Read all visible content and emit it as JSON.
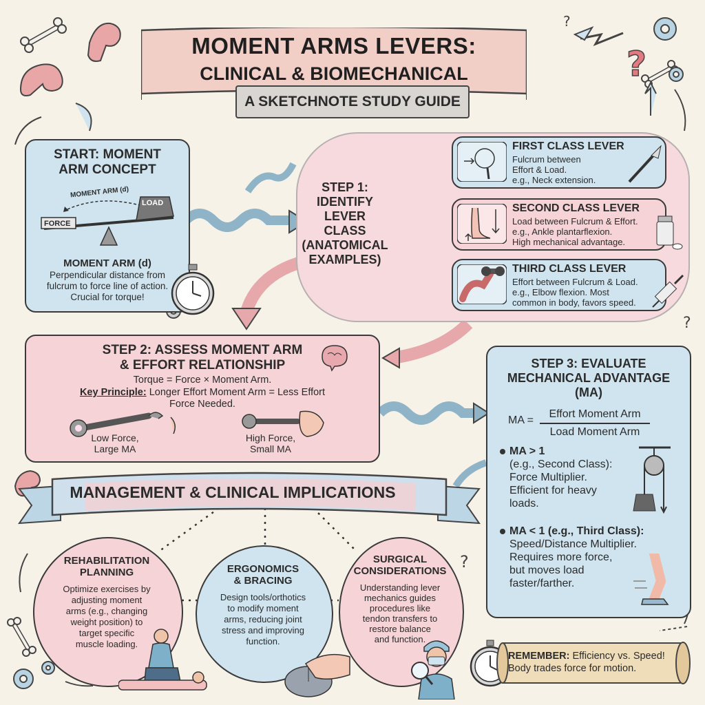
{
  "title": {
    "line1": "MOMENT ARMS LEVERS:",
    "line2": "CLINICAL & BIOMECHANICAL MANAGEMENT",
    "subtitle": "A SKETCHNOTE STUDY GUIDE"
  },
  "start": {
    "heading_line1": "START: MOMENT",
    "heading_line2": "ARM CONCEPT",
    "moment_arm_label": "MOMENT ARM (d)",
    "load_label": "LOAD",
    "force_label": "FORCE",
    "def_title": "MOMENT ARM (d)",
    "def_line1": "Perpendicular distance from",
    "def_line2": "fulcrum to force line of action.",
    "def_line3": "Crucial for torque!"
  },
  "step1": {
    "line1": "STEP 1:",
    "line2": "IDENTIFY",
    "line3": "LEVER",
    "line4": "CLASS",
    "line5": "(ANATOMICAL",
    "line6": "EXAMPLES)"
  },
  "levers": [
    {
      "title": "FIRST CLASS LEVER",
      "l1": "Fulcrum between",
      "l2": "Effort & Load.",
      "l3": "e.g., Neck extension."
    },
    {
      "title": "SECOND CLASS LEVER",
      "l1": "Load between Fulcrum & Effort.",
      "l2": "e.g., Ankle plantarflexion.",
      "l3": "High mechanical advantage."
    },
    {
      "title": "THIRD CLASS LEVER",
      "l1": "Effort between Fulcrum & Load.",
      "l2": "e.g., Elbow flexion. Most",
      "l3": "common in body, favors speed."
    }
  ],
  "step2": {
    "heading_line1": "STEP 2: ASSESS MOMENT ARM",
    "heading_line2": "& EFFORT RELATIONSHIP",
    "formula": "Torque = Force × Moment Arm.",
    "key_label": "Key Principle:",
    "key_text": "Longer Effort Moment Arm = Less Effort",
    "key_text2": "Force Needed.",
    "left_caption_1": "Low Force,",
    "left_caption_2": "Large MA",
    "right_caption_1": "High Force,",
    "right_caption_2": "Small MA"
  },
  "step3": {
    "heading_line1": "STEP 3: EVALUATE",
    "heading_line2": "MECHANICAL ADVANTAGE",
    "heading_line3": "(MA)",
    "ma_label": "MA =",
    "numerator": "Effort Moment Arm",
    "denominator": "Load Moment Arm",
    "gt1_a": "MA > 1",
    "gt1_b": "(e.g., Second Class):",
    "gt1_c": "Force Multiplier.",
    "gt1_d": "Efficient for heavy",
    "gt1_e": "loads.",
    "lt1_a": "MA < 1 (e.g., Third Class):",
    "lt1_b": "Speed/Distance Multiplier.",
    "lt1_c": "Requires more force,",
    "lt1_d": "but moves load",
    "lt1_e": "faster/farther."
  },
  "management": {
    "banner": "MANAGEMENT & CLINICAL IMPLICATIONS",
    "rehab_title_1": "REHABILITATION",
    "rehab_title_2": "PLANNING",
    "rehab_text": [
      "Optimize exercises by",
      "adjusting moment",
      "arms (e.g., changing",
      "weight position) to",
      "target specific",
      "muscle loading."
    ],
    "ergo_title_1": "ERGONOMICS",
    "ergo_title_2": "& BRACING",
    "ergo_text": [
      "Design tools/orthotics",
      "to modify moment",
      "arms, reducing joint",
      "stress and improving",
      "function."
    ],
    "surg_title_1": "SURGICAL",
    "surg_title_2": "CONSIDERATIONS",
    "surg_text": [
      "Understanding lever",
      "mechanics guides",
      "procedures like",
      "tendon transfers to",
      "restore balance",
      "and function."
    ]
  },
  "remember": {
    "label": "REMEMBER:",
    "text1": "Efficiency vs. Speed!",
    "text2": "Body trades force for motion."
  },
  "colors": {
    "blue_card": "#cfe4ef",
    "pink_card": "#f6d3d6",
    "banner_pink": "#f1cfc6",
    "outline": "#3a3a3a"
  }
}
